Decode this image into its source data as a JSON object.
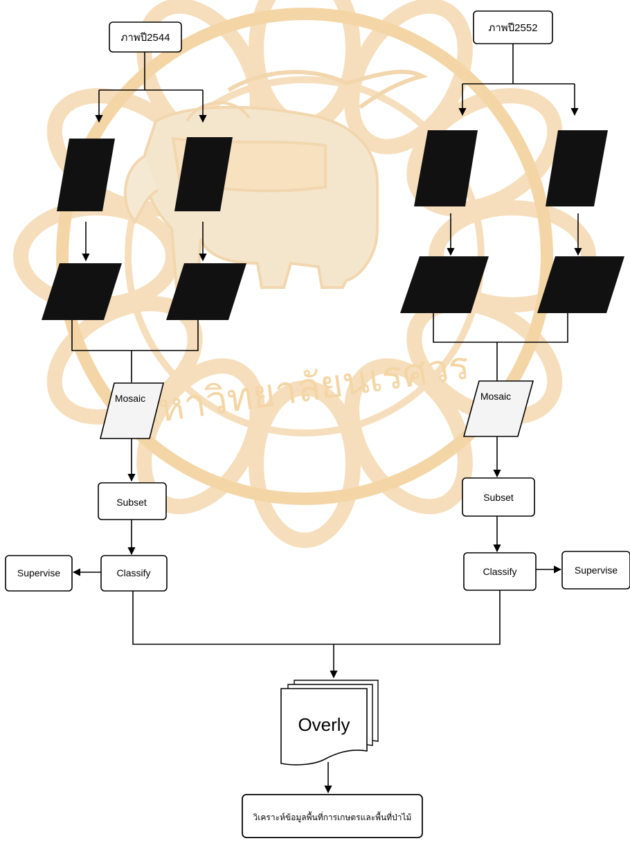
{
  "colors": {
    "watermark_primary": "#f2cf96",
    "watermark_secondary": "#f5d9b0",
    "box_stroke": "#000000",
    "image_fill": "#111111",
    "mosaic_fill": "#f4f4f4"
  },
  "watermark": {
    "text": "มหาวิทยาลัยนเรศวร",
    "kind": "university-seal"
  },
  "left_branch": {
    "image_label": "ภาพปี2544",
    "mosaic_label": "Mosaic",
    "subset_label": "Subset",
    "classify_label": "Classify",
    "supervise_label": "Supervise"
  },
  "right_branch": {
    "image_label": "ภาพปี2552",
    "mosaic_label": "Mosaic",
    "subset_label": "Subset",
    "classify_label": "Classify",
    "supervise_label": "Supervise"
  },
  "overlay_label": "Overly",
  "result_label": "วิเคราะห์ข้อมูลพื้นที่การเกษตรและพื้นที่ป่าไม้"
}
